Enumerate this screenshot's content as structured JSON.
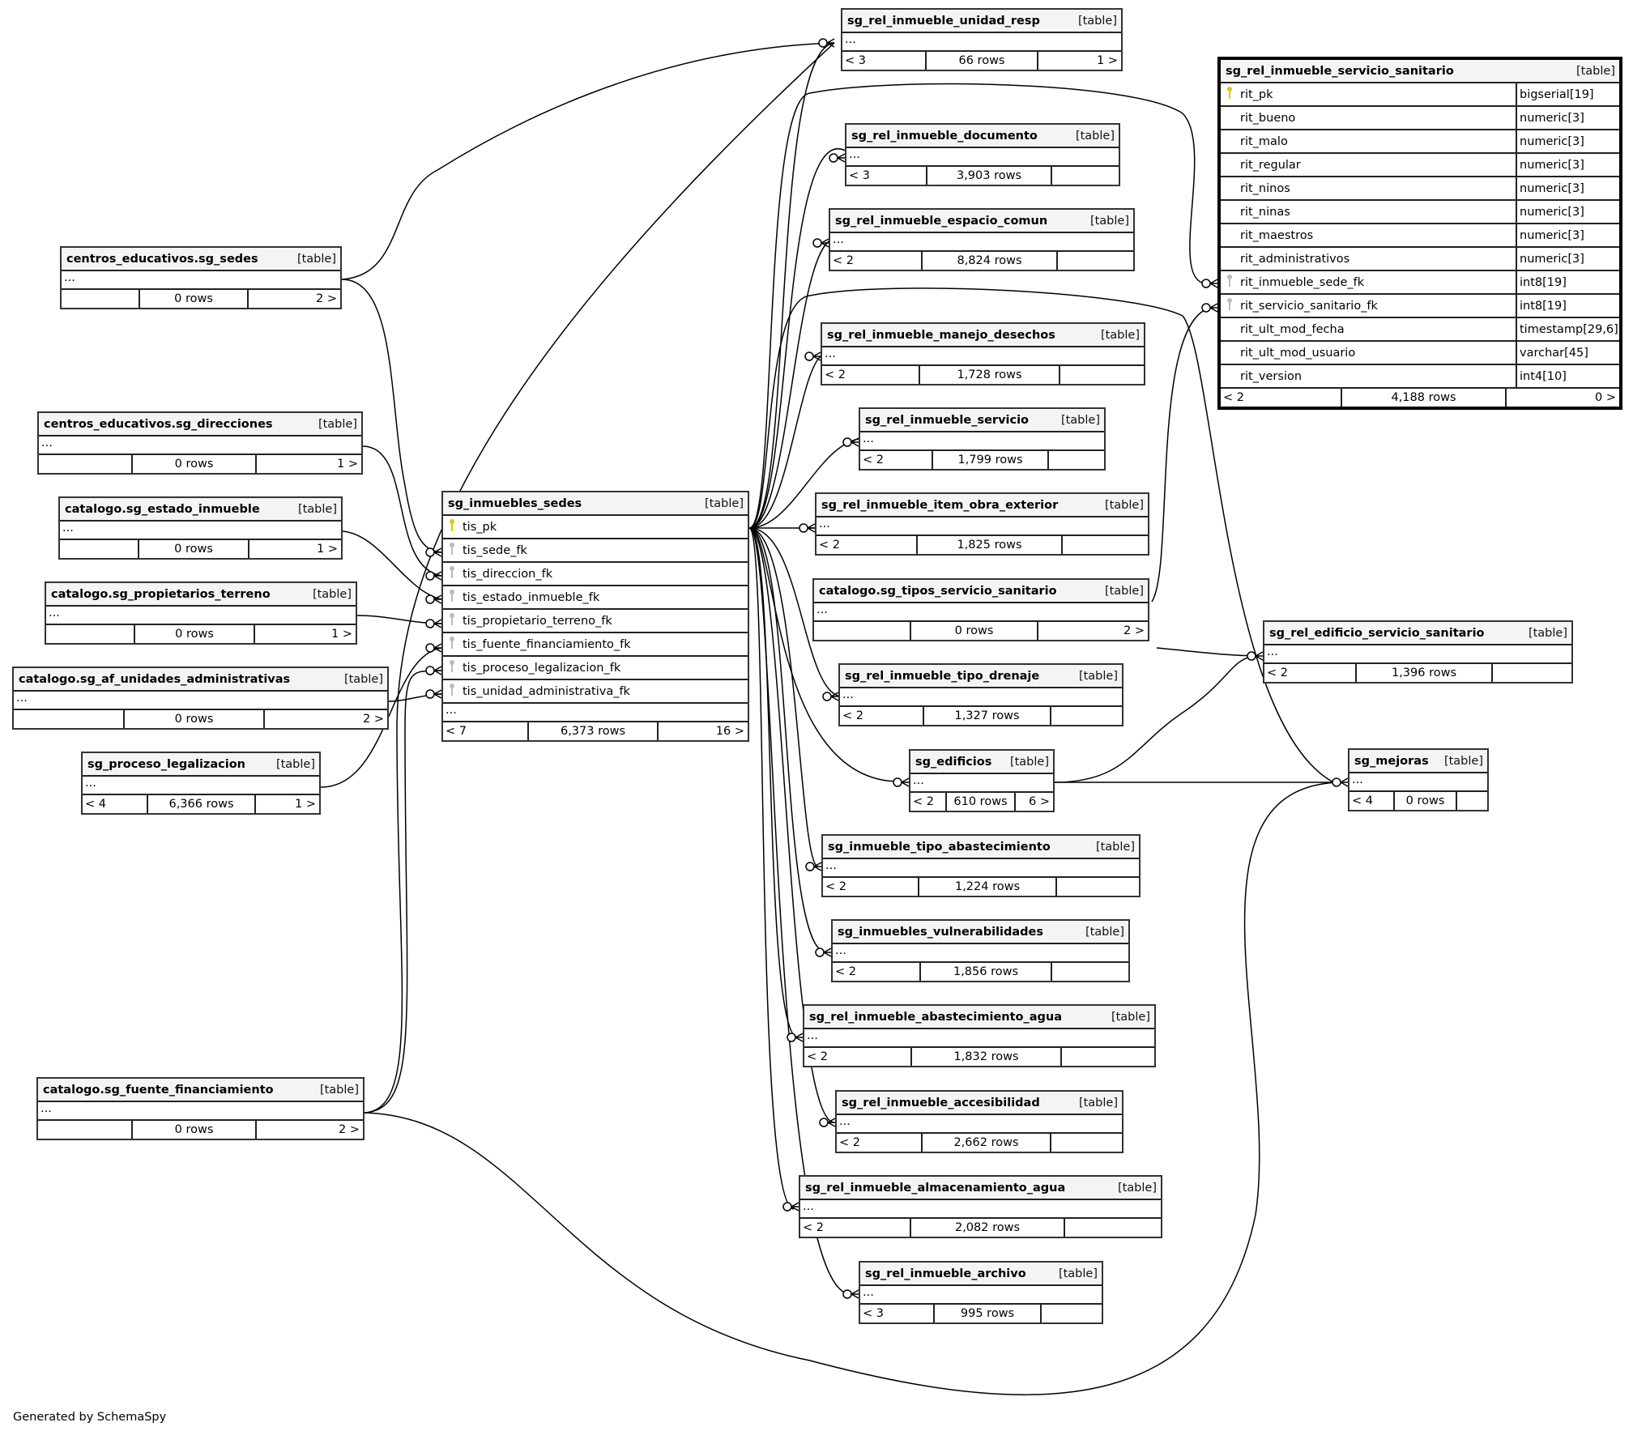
{
  "footer": "Generated by SchemaSpy",
  "tables": {
    "unidad_resp": {
      "name": "sg_rel_inmueble_unidad_resp",
      "type": "[table]",
      "ellipsis": "...",
      "left": "< 3",
      "rows": "66 rows",
      "right": "1 >"
    },
    "servicio_sanitario": {
      "name": "sg_rel_inmueble_servicio_sanitario",
      "type": "[table]",
      "columns": [
        {
          "name": "rit_pk",
          "type": "bigserial[19]",
          "key": "pk"
        },
        {
          "name": "rit_bueno",
          "type": "numeric[3]",
          "key": ""
        },
        {
          "name": "rit_malo",
          "type": "numeric[3]",
          "key": ""
        },
        {
          "name": "rit_regular",
          "type": "numeric[3]",
          "key": ""
        },
        {
          "name": "rit_ninos",
          "type": "numeric[3]",
          "key": ""
        },
        {
          "name": "rit_ninas",
          "type": "numeric[3]",
          "key": ""
        },
        {
          "name": "rit_maestros",
          "type": "numeric[3]",
          "key": ""
        },
        {
          "name": "rit_administrativos",
          "type": "numeric[3]",
          "key": ""
        },
        {
          "name": "rit_inmueble_sede_fk",
          "type": "int8[19]",
          "key": "fk"
        },
        {
          "name": "rit_servicio_sanitario_fk",
          "type": "int8[19]",
          "key": "fk"
        },
        {
          "name": "rit_ult_mod_fecha",
          "type": "timestamp[29,6]",
          "key": ""
        },
        {
          "name": "rit_ult_mod_usuario",
          "type": "varchar[45]",
          "key": ""
        },
        {
          "name": "rit_version",
          "type": "int4[10]",
          "key": ""
        }
      ],
      "left": "< 2",
      "rows": "4,188 rows",
      "right": "0 >"
    },
    "documento": {
      "name": "sg_rel_inmueble_documento",
      "type": "[table]",
      "ellipsis": "...",
      "left": "< 3",
      "rows": "3,903 rows",
      "right": ""
    },
    "espacio_comun": {
      "name": "sg_rel_inmueble_espacio_comun",
      "type": "[table]",
      "ellipsis": "...",
      "left": "< 2",
      "rows": "8,824 rows",
      "right": ""
    },
    "manejo_desechos": {
      "name": "sg_rel_inmueble_manejo_desechos",
      "type": "[table]",
      "ellipsis": "...",
      "left": "< 2",
      "rows": "1,728 rows",
      "right": ""
    },
    "servicio": {
      "name": "sg_rel_inmueble_servicio",
      "type": "[table]",
      "ellipsis": "...",
      "left": "< 2",
      "rows": "1,799 rows",
      "right": ""
    },
    "item_obra_exterior": {
      "name": "sg_rel_inmueble_item_obra_exterior",
      "type": "[table]",
      "ellipsis": "...",
      "left": "< 2",
      "rows": "1,825 rows",
      "right": ""
    },
    "tipos_servicio_sanitario": {
      "name": "catalogo.sg_tipos_servicio_sanitario",
      "type": "[table]",
      "ellipsis": "...",
      "left": "",
      "rows": "0 rows",
      "right": "2 >"
    },
    "tipo_drenaje": {
      "name": "sg_rel_inmueble_tipo_drenaje",
      "type": "[table]",
      "ellipsis": "...",
      "left": "< 2",
      "rows": "1,327 rows",
      "right": ""
    },
    "edificios": {
      "name": "sg_edificios",
      "type": "[table]",
      "ellipsis": "...",
      "left": "< 2",
      "rows": "610 rows",
      "right": "6 >"
    },
    "edificio_servicio_sanitario": {
      "name": "sg_rel_edificio_servicio_sanitario",
      "type": "[table]",
      "ellipsis": "...",
      "left": "< 2",
      "rows": "1,396 rows",
      "right": ""
    },
    "mejoras": {
      "name": "sg_mejoras",
      "type": "[table]",
      "ellipsis": "...",
      "left": "< 4",
      "rows": "0 rows",
      "right": ""
    },
    "tipo_abastecimiento": {
      "name": "sg_inmueble_tipo_abastecimiento",
      "type": "[table]",
      "ellipsis": "...",
      "left": "< 2",
      "rows": "1,224 rows",
      "right": ""
    },
    "vulnerabilidades": {
      "name": "sg_inmuebles_vulnerabilidades",
      "type": "[table]",
      "ellipsis": "...",
      "left": "< 2",
      "rows": "1,856 rows",
      "right": ""
    },
    "abastecimiento_agua": {
      "name": "sg_rel_inmueble_abastecimiento_agua",
      "type": "[table]",
      "ellipsis": "...",
      "left": "< 2",
      "rows": "1,832 rows",
      "right": ""
    },
    "accesibilidad": {
      "name": "sg_rel_inmueble_accesibilidad",
      "type": "[table]",
      "ellipsis": "...",
      "left": "< 2",
      "rows": "2,662 rows",
      "right": ""
    },
    "almacenamiento_agua": {
      "name": "sg_rel_inmueble_almacenamiento_agua",
      "type": "[table]",
      "ellipsis": "...",
      "left": "< 2",
      "rows": "2,082 rows",
      "right": ""
    },
    "archivo": {
      "name": "sg_rel_inmueble_archivo",
      "type": "[table]",
      "ellipsis": "...",
      "left": "< 3",
      "rows": "995 rows",
      "right": ""
    },
    "inmuebles_sedes": {
      "name": "sg_inmuebles_sedes",
      "type": "[table]",
      "columns": [
        {
          "name": "tis_pk",
          "key": "pk"
        },
        {
          "name": "tis_sede_fk",
          "key": "fk"
        },
        {
          "name": "tis_direccion_fk",
          "key": "fk"
        },
        {
          "name": "tis_estado_inmueble_fk",
          "key": "fk"
        },
        {
          "name": "tis_propietario_terreno_fk",
          "key": "fk"
        },
        {
          "name": "tis_fuente_financiamiento_fk",
          "key": "fk"
        },
        {
          "name": "tis_proceso_legalizacion_fk",
          "key": "fk"
        },
        {
          "name": "tis_unidad_administrativa_fk",
          "key": "fk"
        }
      ],
      "ellipsis": "...",
      "left": "< 7",
      "rows": "6,373 rows",
      "right": "16 >"
    },
    "sedes": {
      "name": "centros_educativos.sg_sedes",
      "type": "[table]",
      "ellipsis": "...",
      "left": "",
      "rows": "0 rows",
      "right": "2 >"
    },
    "direcciones": {
      "name": "centros_educativos.sg_direcciones",
      "type": "[table]",
      "ellipsis": "...",
      "left": "",
      "rows": "0 rows",
      "right": "1 >"
    },
    "estado_inmueble": {
      "name": "catalogo.sg_estado_inmueble",
      "type": "[table]",
      "ellipsis": "...",
      "left": "",
      "rows": "0 rows",
      "right": "1 >"
    },
    "propietarios_terreno": {
      "name": "catalogo.sg_propietarios_terreno",
      "type": "[table]",
      "ellipsis": "...",
      "left": "",
      "rows": "0 rows",
      "right": "1 >"
    },
    "unidades_administrativas": {
      "name": "catalogo.sg_af_unidades_administrativas",
      "type": "[table]",
      "ellipsis": "...",
      "left": "",
      "rows": "0 rows",
      "right": "2 >"
    },
    "proceso_legalizacion": {
      "name": "sg_proceso_legalizacion",
      "type": "[table]",
      "ellipsis": "...",
      "left": "< 4",
      "rows": "6,366 rows",
      "right": "1 >"
    },
    "fuente_financiamiento": {
      "name": "catalogo.sg_fuente_financiamiento",
      "type": "[table]",
      "ellipsis": "...",
      "left": "",
      "rows": "0 rows",
      "right": "2 >"
    }
  }
}
